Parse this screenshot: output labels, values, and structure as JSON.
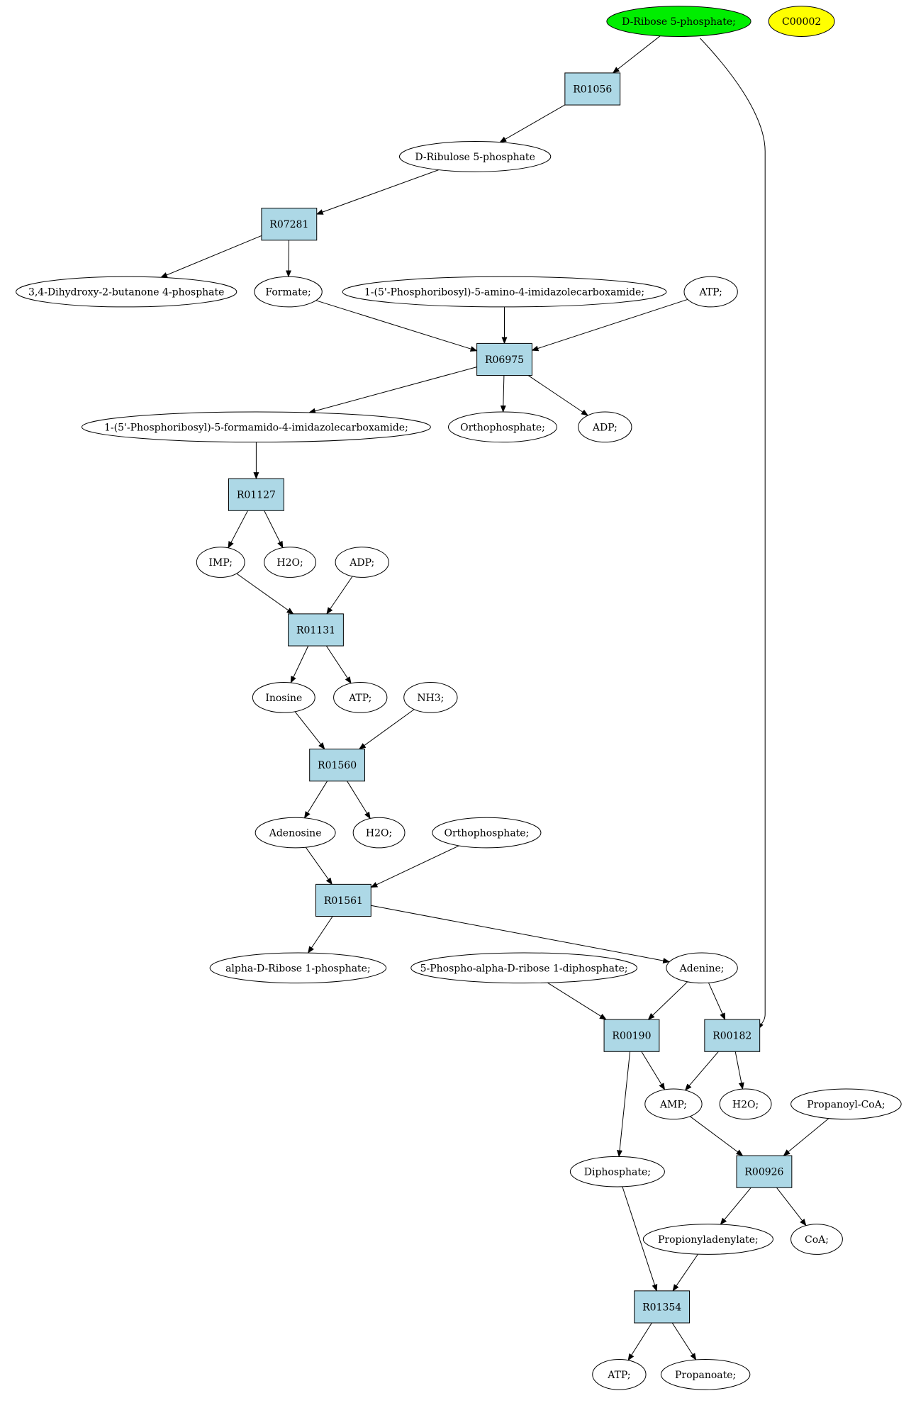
{
  "colors": {
    "reaction_fill": "#add8e6",
    "start_fill": "#00ee00",
    "highlight_fill": "#ffff00",
    "compound_fill": "#ffffff",
    "stroke": "#000000"
  },
  "nodes": [
    {
      "id": "start",
      "kind": "compound",
      "label": "D-Ribose 5-phosphate;",
      "style": "start"
    },
    {
      "id": "c00002",
      "kind": "compound",
      "label": "C00002",
      "style": "highlight"
    },
    {
      "id": "r01056",
      "kind": "reaction",
      "label": "R01056"
    },
    {
      "id": "ribulose5p",
      "kind": "compound",
      "label": "D-Ribulose 5-phosphate"
    },
    {
      "id": "r07281",
      "kind": "reaction",
      "label": "R07281"
    },
    {
      "id": "dhbp",
      "kind": "compound",
      "label": "3,4-Dihydroxy-2-butanone 4-phosphate"
    },
    {
      "id": "formate",
      "kind": "compound",
      "label": "Formate;"
    },
    {
      "id": "aicar",
      "kind": "compound",
      "label": "1-(5'-Phosphoribosyl)-5-amino-4-imidazolecarboxamide;"
    },
    {
      "id": "atp1",
      "kind": "compound",
      "label": "ATP;"
    },
    {
      "id": "r06975",
      "kind": "reaction",
      "label": "R06975"
    },
    {
      "id": "faicar",
      "kind": "compound",
      "label": "1-(5'-Phosphoribosyl)-5-formamido-4-imidazolecarboxamide;"
    },
    {
      "id": "pi1",
      "kind": "compound",
      "label": "Orthophosphate;"
    },
    {
      "id": "adp1",
      "kind": "compound",
      "label": "ADP;"
    },
    {
      "id": "r01127",
      "kind": "reaction",
      "label": "R01127"
    },
    {
      "id": "imp",
      "kind": "compound",
      "label": "IMP;"
    },
    {
      "id": "h2o1",
      "kind": "compound",
      "label": "H2O;"
    },
    {
      "id": "adp2",
      "kind": "compound",
      "label": "ADP;"
    },
    {
      "id": "r01131",
      "kind": "reaction",
      "label": "R01131"
    },
    {
      "id": "inosine",
      "kind": "compound",
      "label": "Inosine"
    },
    {
      "id": "atp2",
      "kind": "compound",
      "label": "ATP;"
    },
    {
      "id": "nh3",
      "kind": "compound",
      "label": "NH3;"
    },
    {
      "id": "r01560",
      "kind": "reaction",
      "label": "R01560"
    },
    {
      "id": "adenosine",
      "kind": "compound",
      "label": "Adenosine"
    },
    {
      "id": "h2o2",
      "kind": "compound",
      "label": "H2O;"
    },
    {
      "id": "pi2",
      "kind": "compound",
      "label": "Orthophosphate;"
    },
    {
      "id": "r01561",
      "kind": "reaction",
      "label": "R01561"
    },
    {
      "id": "ar1p",
      "kind": "compound",
      "label": "alpha-D-Ribose 1-phosphate;"
    },
    {
      "id": "prpp",
      "kind": "compound",
      "label": "5-Phospho-alpha-D-ribose 1-diphosphate;"
    },
    {
      "id": "adenine",
      "kind": "compound",
      "label": "Adenine;"
    },
    {
      "id": "r00190",
      "kind": "reaction",
      "label": "R00190"
    },
    {
      "id": "r00182",
      "kind": "reaction",
      "label": "R00182"
    },
    {
      "id": "amp",
      "kind": "compound",
      "label": "AMP;"
    },
    {
      "id": "h2o3",
      "kind": "compound",
      "label": "H2O;"
    },
    {
      "id": "propcoa",
      "kind": "compound",
      "label": "Propanoyl-CoA;"
    },
    {
      "id": "r00926",
      "kind": "reaction",
      "label": "R00926"
    },
    {
      "id": "ppi",
      "kind": "compound",
      "label": "Diphosphate;"
    },
    {
      "id": "propadenyl",
      "kind": "compound",
      "label": "Propionyladenylate;"
    },
    {
      "id": "coa",
      "kind": "compound",
      "label": "CoA;"
    },
    {
      "id": "r01354",
      "kind": "reaction",
      "label": "R01354"
    },
    {
      "id": "atp3",
      "kind": "compound",
      "label": "ATP;"
    },
    {
      "id": "propanoate",
      "kind": "compound",
      "label": "Propanoate;"
    }
  ],
  "edges": [
    [
      "start",
      "r01056"
    ],
    [
      "start",
      "r00182"
    ],
    [
      "r01056",
      "ribulose5p"
    ],
    [
      "ribulose5p",
      "r07281"
    ],
    [
      "r07281",
      "dhbp"
    ],
    [
      "r07281",
      "formate"
    ],
    [
      "formate",
      "r06975"
    ],
    [
      "aicar",
      "r06975"
    ],
    [
      "atp1",
      "r06975"
    ],
    [
      "r06975",
      "faicar"
    ],
    [
      "r06975",
      "pi1"
    ],
    [
      "r06975",
      "adp1"
    ],
    [
      "faicar",
      "r01127"
    ],
    [
      "r01127",
      "imp"
    ],
    [
      "r01127",
      "h2o1"
    ],
    [
      "imp",
      "r01131"
    ],
    [
      "adp2",
      "r01131"
    ],
    [
      "r01131",
      "inosine"
    ],
    [
      "r01131",
      "atp2"
    ],
    [
      "inosine",
      "r01560"
    ],
    [
      "nh3",
      "r01560"
    ],
    [
      "r01560",
      "adenosine"
    ],
    [
      "r01560",
      "h2o2"
    ],
    [
      "adenosine",
      "r01561"
    ],
    [
      "pi2",
      "r01561"
    ],
    [
      "r01561",
      "ar1p"
    ],
    [
      "r01561",
      "adenine"
    ],
    [
      "prpp",
      "r00190"
    ],
    [
      "adenine",
      "r00190"
    ],
    [
      "adenine",
      "r00182"
    ],
    [
      "r00190",
      "amp"
    ],
    [
      "r00190",
      "ppi"
    ],
    [
      "r00182",
      "amp"
    ],
    [
      "r00182",
      "h2o3"
    ],
    [
      "amp",
      "r00926"
    ],
    [
      "propcoa",
      "r00926"
    ],
    [
      "r00926",
      "propadenyl"
    ],
    [
      "r00926",
      "coa"
    ],
    [
      "ppi",
      "r01354"
    ],
    [
      "propadenyl",
      "r01354"
    ],
    [
      "r01354",
      "atp3"
    ],
    [
      "r01354",
      "propanoate"
    ]
  ]
}
